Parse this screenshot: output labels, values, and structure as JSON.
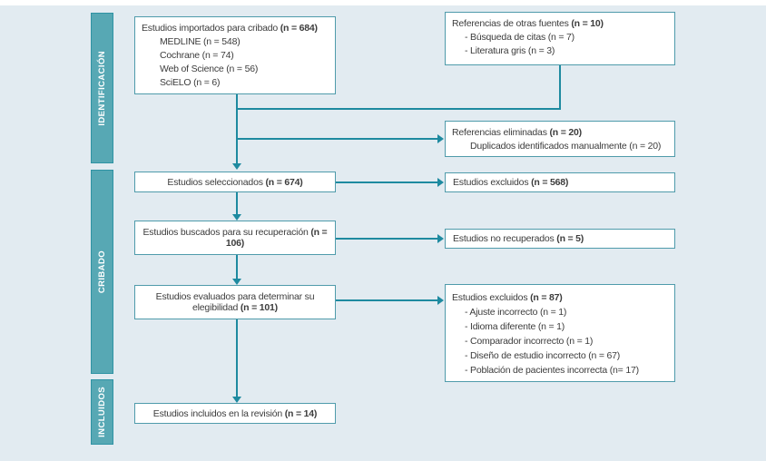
{
  "palette": {
    "background": "#e2ebf1",
    "box_fill": "#ffffff",
    "box_border": "#4f9bab",
    "sidebar_fill": "#57a8b4",
    "sidebar_border": "#2f93a4",
    "sidebar_text": "#ffffff",
    "arrow": "#1e8aa0",
    "text": "#3c3c3c"
  },
  "sidebar": {
    "items": [
      {
        "label": "IDENTIFICACIÓN"
      },
      {
        "label": "CRIBADO"
      },
      {
        "label": "INCLUIDOS"
      }
    ]
  },
  "boxes": {
    "imported": {
      "title": "Estudios importados para cribado",
      "n": "(n = 684)",
      "items": [
        "MEDLINE (n = 548)",
        "Cochrane (n = 74)",
        "Web of Science (n = 56)",
        "SciELO (n = 6)"
      ]
    },
    "other_sources": {
      "title": "Referencias de otras fuentes",
      "n": "(n = 10)",
      "items": [
        "- Búsqueda de citas (n = 7)",
        "- Literatura gris (n = 3)"
      ]
    },
    "removed": {
      "title": "Referencias eliminadas",
      "n": "(n = 20)",
      "items": [
        "Duplicados identificados manualmente (n = 20)"
      ]
    },
    "selected": {
      "title": "Estudios seleccionados",
      "n": "(n = 674)"
    },
    "excluded": {
      "title": "Estudios excluidos",
      "n": "(n = 568)"
    },
    "sought": {
      "title": "Estudios buscados para su recuperación",
      "n": "(n = 106)"
    },
    "not_retrieved": {
      "title": "Estudios no recuperados",
      "n": "(n = 5)"
    },
    "assessed": {
      "title": "Estudios evaluados para determinar su elegibilidad",
      "n": "(n = 101)"
    },
    "excluded_eligibility": {
      "title": "Estudios excluidos",
      "n": "(n = 87)",
      "items": [
        "- Ajuste incorrecto (n = 1)",
        "- Idioma diferente (n = 1)",
        "- Comparador incorrecto (n = 1)",
        "- Diseño de estudio incorrecto (n = 67)",
        "- Población de pacientes incorrecta (n= 17)"
      ]
    },
    "included": {
      "title": "Estudios incluidos en la revisión",
      "n": "(n = 14)"
    }
  }
}
